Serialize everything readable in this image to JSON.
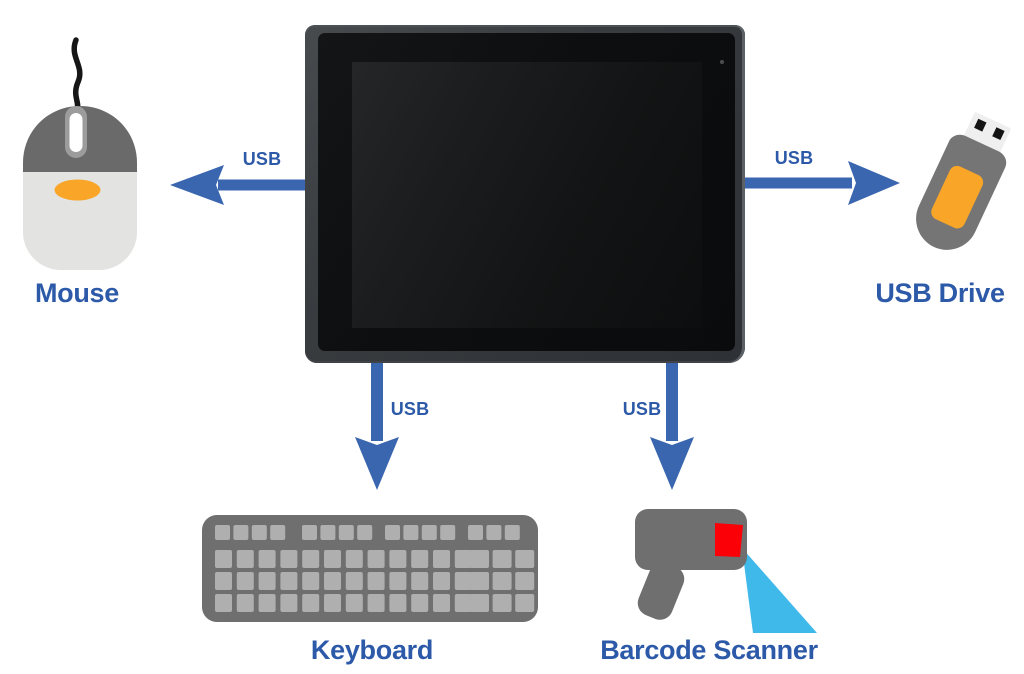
{
  "diagram": {
    "device_labels": {
      "mouse": "Mouse",
      "usb_drive": "USB Drive",
      "keyboard": "Keyboard",
      "barcode_scanner": "Barcode Scanner"
    },
    "connections": {
      "mouse": {
        "label": "USB"
      },
      "usb_drive": {
        "label": "USB"
      },
      "keyboard": {
        "label": "USB"
      },
      "barcode_scanner": {
        "label": "USB"
      }
    },
    "icons": {
      "center_device": "panel-pc-monitor",
      "left": "mouse-icon",
      "right": "usb-drive-icon",
      "bottom_left": "keyboard-icon",
      "bottom_right": "barcode-scanner-icon"
    },
    "colors": {
      "accent_blue": "#2D5AA8",
      "arrow_blue": "#3A66AF",
      "device_gray": "#6F6F6F",
      "device_gray_dark": "#6A6A6A",
      "key_gray": "#AFAFAF",
      "mouse_body_light": "#E3E3E2",
      "wheel_gray": "#9C9C9C",
      "orange": "#F9A628",
      "scanner_red": "#FB0007",
      "beam_blue": "#3FB8EA",
      "cable_black": "#161616",
      "usb_connector": "#EFEFEF"
    }
  }
}
